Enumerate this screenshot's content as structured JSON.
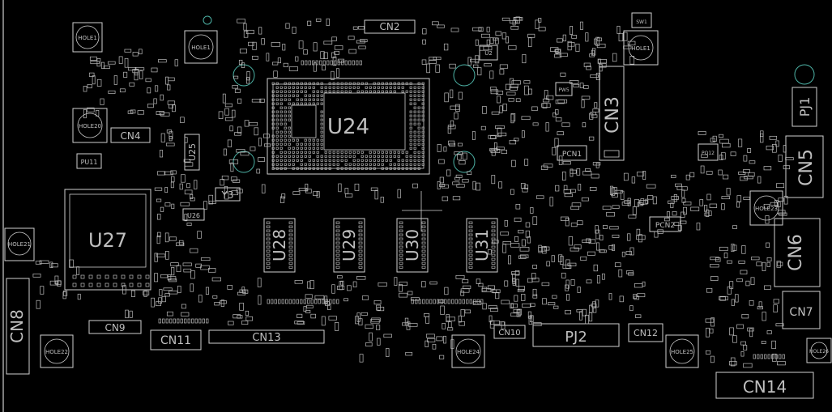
{
  "components": {
    "U24": "U24",
    "U27": "U27",
    "U28": "U28",
    "U29": "U29",
    "U30": "U30",
    "U31": "U31",
    "U25": "U25",
    "U26": "U26",
    "U2": "U2",
    "CN2": "CN2",
    "CN3": "CN3",
    "CN4": "CN4",
    "CN5": "CN5",
    "CN6": "CN6",
    "CN7": "CN7",
    "CN8": "CN8",
    "CN9": "CN9",
    "CN10": "CN10",
    "CN11": "CN11",
    "CN12": "CN12",
    "CN13": "CN13",
    "CN14": "CN14",
    "PJ1": "PJ1",
    "PJ2": "PJ2",
    "PCN1": "PCN1",
    "PCN2": "PCN2",
    "PU11": "PU11",
    "PQ12": "PQ12",
    "PW5": "PW5",
    "SW1": "SW1",
    "Y3": "Y3",
    "HOLE1a": "HOLE1",
    "HOLE1b": "HOLE1",
    "HOLE1c": "HOLE1",
    "HOLE20": "HOLE20",
    "HOLE21": "HOLE21",
    "HOLE22": "HOLE22",
    "HOLE23": "HOLE23",
    "HOLE24": "HOLE24",
    "HOLE25": "HOLE25",
    "HOLE26": "HOLE26"
  },
  "colors": {
    "background": "#000000",
    "outline": "#cfcfcf",
    "via": "#4db3a6"
  }
}
